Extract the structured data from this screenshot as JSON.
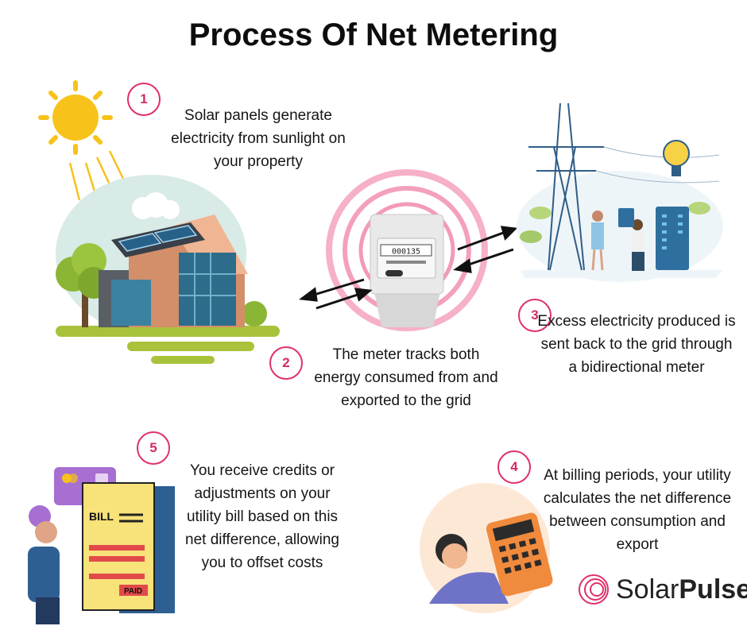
{
  "title": "Process Of Net Metering",
  "steps": [
    {
      "number": "1",
      "text": "Solar panels generate electricity from sunlight on your property"
    },
    {
      "number": "2",
      "text": "The meter tracks both energy consumed from and exported to the grid"
    },
    {
      "number": "3",
      "text": "Excess electricity produced is sent back to the grid through a bidirectional meter"
    },
    {
      "number": "4",
      "text": "At billing periods, your utility calculates the net difference between consumption and export"
    },
    {
      "number": "5",
      "text": "You receive credits or adjustments on your utility bill based on this net difference, allowing you to offset costs"
    }
  ],
  "meter": {
    "reading": "000135"
  },
  "bill": {
    "heading": "BILL",
    "stamp": "PAID"
  },
  "brand": {
    "name_light": "Solar",
    "name_bold": "Pulse"
  },
  "colors": {
    "accent": "#e0306b",
    "sun": "#f7c21a",
    "grass": "#a9c23b",
    "sky": "#d8ebe6"
  },
  "icons": [
    "sun-icon",
    "house-icon",
    "meter-icon",
    "transmission-tower-icon",
    "lightbulb-icon",
    "calculator-icon",
    "bill-icon",
    "credit-card-icon",
    "swirl-logo-icon"
  ]
}
